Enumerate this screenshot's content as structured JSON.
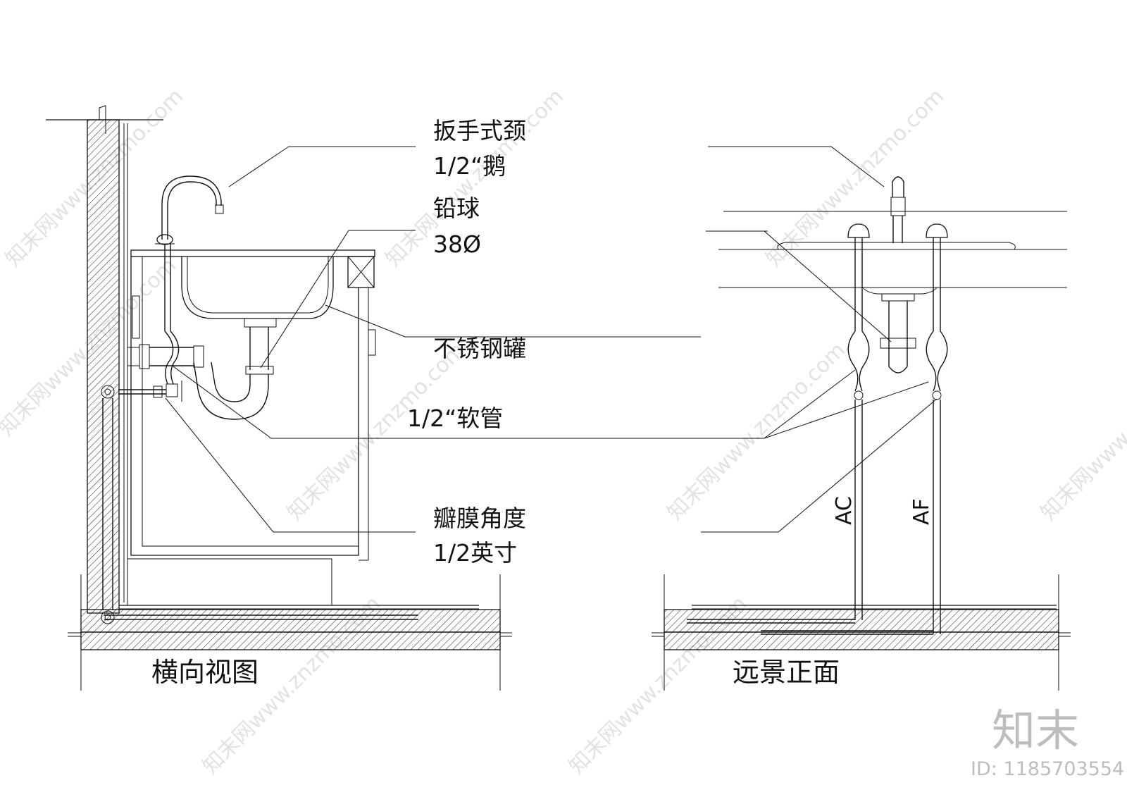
{
  "labels": {
    "faucet_line1": "扳手式颈",
    "faucet_line2": "1/2“鹅",
    "ball_line1": "铅球",
    "ball_line2": "38Ø",
    "tank": "不锈钢罐",
    "hose": "1/2“软管",
    "valve_line1": "瓣膜角度",
    "valve_line2": "1/2英寸"
  },
  "captions": {
    "side_view": "横向视图",
    "front_view": "远景正面"
  },
  "pipes": {
    "ac": "AC",
    "af": "AF"
  },
  "watermark": {
    "text": "知末网www.znzmo.com",
    "brand": "知末",
    "id": "ID: 1185703554"
  }
}
